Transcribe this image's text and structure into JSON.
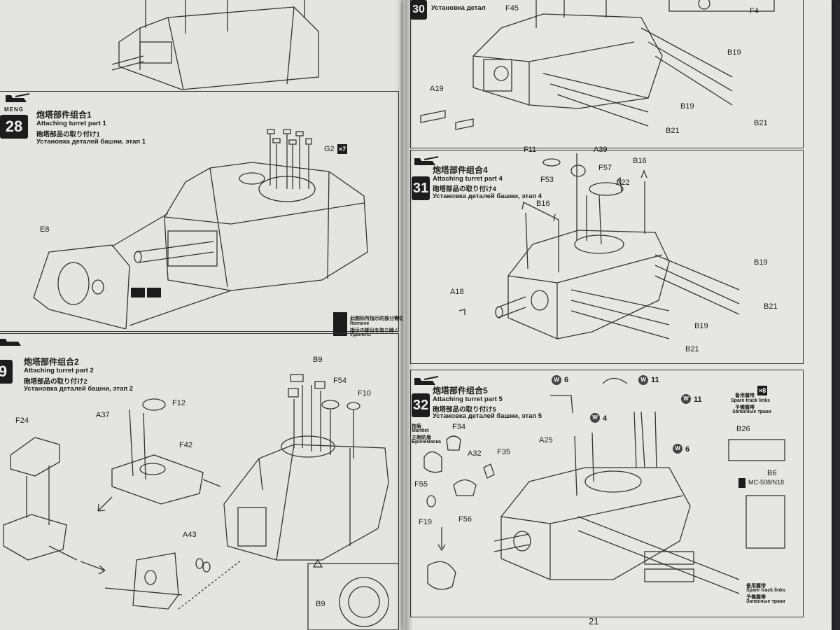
{
  "pages": {
    "left_number": "",
    "right_number": "21"
  },
  "brand": "MENG",
  "steps": [
    {
      "number": "28",
      "title_cn": "炮塔部件组合1",
      "title_en": "Attaching turret part 1",
      "title_jp": "砲塔部品の取り付け1",
      "title_ru": "Установка деталей башни, этап 1"
    },
    {
      "number": "9",
      "title_cn": "炮塔部件组合2",
      "title_en": "Attaching turret part 2",
      "title_jp": "砲塔部品の取り付け2",
      "title_ru": "Установка деталей башни, этап 2"
    },
    {
      "number": "30",
      "title_cn": "",
      "title_en": "",
      "title_jp": "",
      "title_ru": "Установка детал"
    },
    {
      "number": "31",
      "title_cn": "炮塔部件组合4",
      "title_en": "Attaching turret part 4",
      "title_jp": "砲塔部品の取り付け4",
      "title_ru": "Установка деталей башни, этап 4"
    },
    {
      "number": "32",
      "title_cn": "炮塔部件组合5",
      "title_en": "Attaching turret part 5",
      "title_jp": "砲塔部品の取り付け5",
      "title_ru": "Установка деталей башни, этап 5"
    }
  ],
  "remove_note": {
    "cn": "此图标所指示的部分需切除。",
    "en": "Remove",
    "jp": "指示の部分を取り除く",
    "ru": "Удалить."
  },
  "step28_labels": {
    "e8": "E8",
    "g2": "G2",
    "count": "×7"
  },
  "step29_labels": {
    "b9": "B9",
    "f54": "F54",
    "f10": "F10",
    "f12": "F12",
    "a37": "A37",
    "f42": "F42",
    "f24": "F24",
    "a43": "A43",
    "b9_inset": "B9"
  },
  "step30_labels": {
    "f45": "F45",
    "f4": "F4",
    "b19a": "B19",
    "b19b": "B19",
    "a19": "A19",
    "b21a": "B21",
    "b21b": "B21"
  },
  "step31_labels": {
    "f11": "F11",
    "a39": "A39",
    "f57": "F57",
    "b16a": "B16",
    "f53": "F53",
    "a22": "A22",
    "b16b": "B16",
    "b19a": "B19",
    "a18": "A18",
    "b21a": "B21",
    "b19b": "B19",
    "b21b": "B21"
  },
  "step32_labels": {
    "w6_top": "6",
    "w11_top": "11",
    "w11_mid": "11",
    "w4": "4",
    "w6_mid": "6",
    "f34": "F34",
    "a32": "A32",
    "f35": "F35",
    "a25": "A25",
    "f55": "F55",
    "f19": "F19",
    "f56": "F56",
    "b26": "B26",
    "b6": "B6",
    "paint": "MC-508/N18",
    "spare_cn": "备用履带",
    "spare_en": "Spare track links",
    "spare_jp": "予備履帯",
    "spare_ru": "Запасные траки",
    "spare2_cn": "备用履带",
    "spare2_en": "Spare track links",
    "spare2_jp": "予備履帯",
    "spare2_ru": "Запасные траки",
    "w_plus8": "×8",
    "mantlet_cn": "炮盾",
    "mantlet_en": "Mantlet",
    "mantlet_jp": "主砲防盾",
    "mantlet_ru": "Бронемаска"
  },
  "colors": {
    "paper": "#e4e4e2",
    "ink": "#1c1c1c",
    "background": "#2a2a2c"
  }
}
